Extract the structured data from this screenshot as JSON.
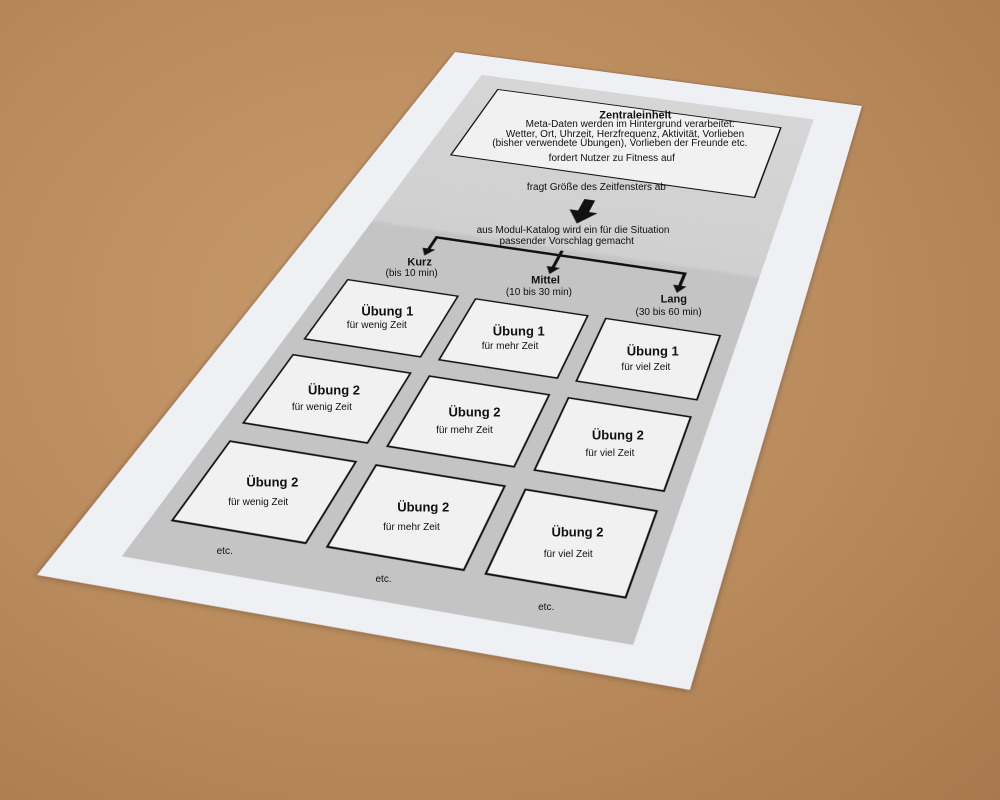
{
  "central": {
    "title": "Zentraleinheit",
    "lines": [
      "Meta-Daten werden im Hintergrund verarbeitet:",
      "Wetter, Ort, Uhrzeit, Herzfrequenz, Aktivität, Vorlieben",
      "(bisher verwendete Übungen), Vorlieben der Freunde etc."
    ],
    "prompt": "fordert Nutzer zu Fitness auf"
  },
  "ask": "fragt Größe des Zeitfensters ab",
  "catalog": [
    "aus Modul-Katalog wird ein für die Situation",
    "passender Vorschlag gemacht"
  ],
  "columns": [
    {
      "label": "Kurz",
      "range": "(bis 10 min)",
      "boxes": [
        {
          "title": "Übung 1",
          "sub": "für wenig Zeit"
        },
        {
          "title": "Übung 2",
          "sub": "für wenig Zeit"
        },
        {
          "title": "Übung 2",
          "sub": "für wenig Zeit"
        }
      ],
      "etc": "etc."
    },
    {
      "label": "Mittel",
      "range": "(10 bis 30 min)",
      "boxes": [
        {
          "title": "Übung 1",
          "sub": "für mehr Zeit"
        },
        {
          "title": "Übung 2",
          "sub": "für mehr Zeit"
        },
        {
          "title": "Übung 2",
          "sub": "für mehr Zeit"
        }
      ],
      "etc": "etc."
    },
    {
      "label": "Lang",
      "range": "(30 bis 60 min)",
      "boxes": [
        {
          "title": "Übung 1",
          "sub": "für viel Zeit"
        },
        {
          "title": "Übung 2",
          "sub": "für viel Zeit"
        },
        {
          "title": "Übung 2",
          "sub": "für viel Zeit"
        }
      ],
      "etc": "etc."
    }
  ]
}
